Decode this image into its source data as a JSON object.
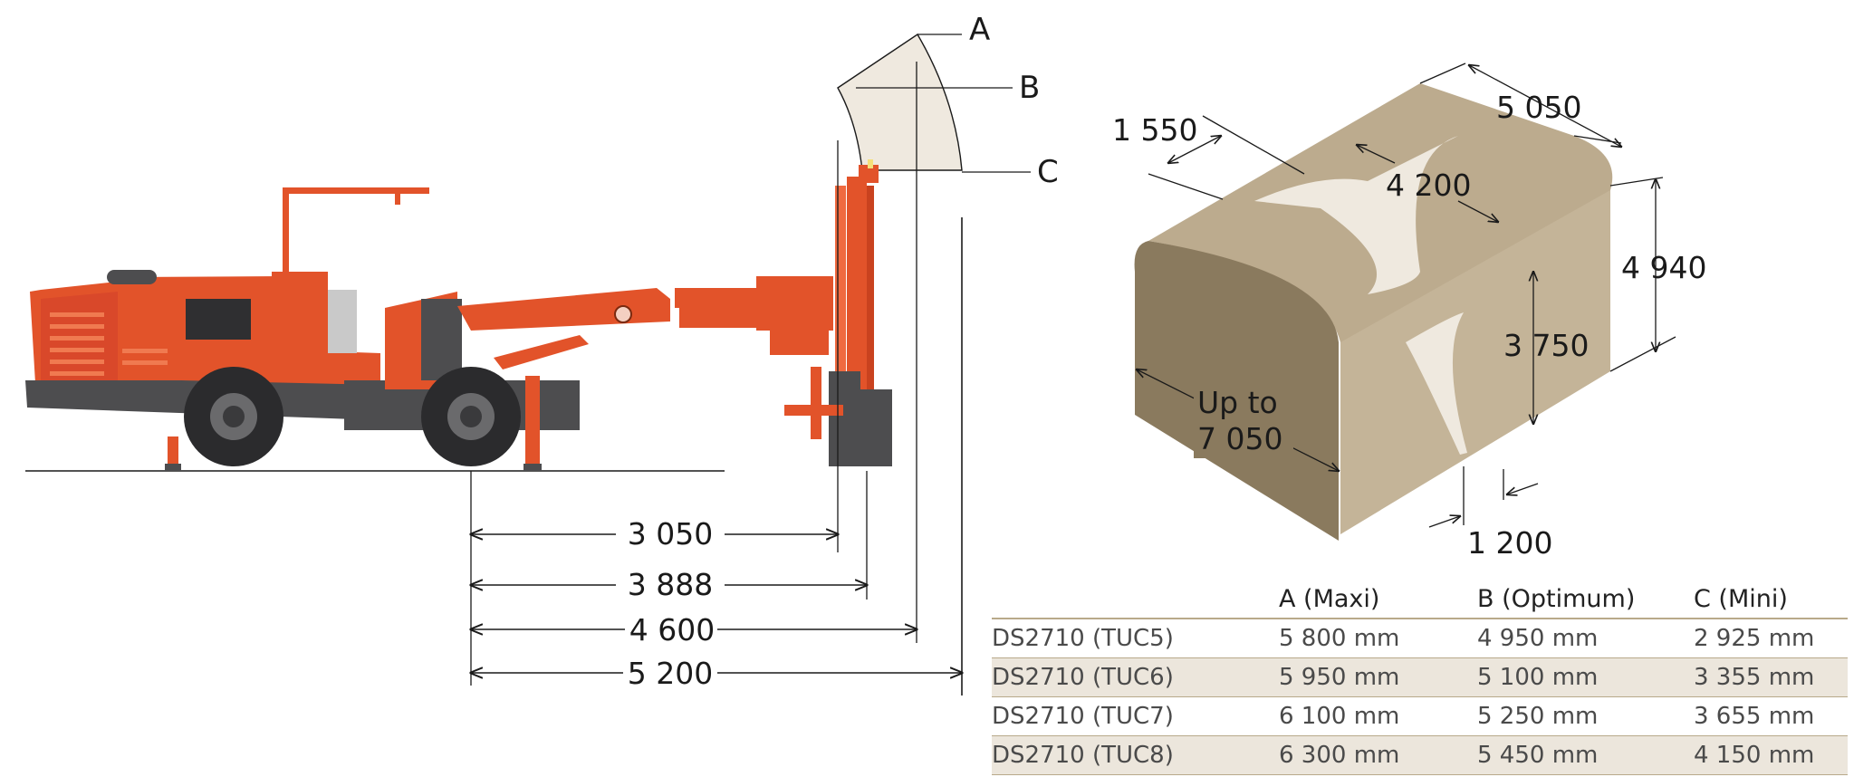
{
  "side_view": {
    "positions": {
      "a": "A",
      "b": "B",
      "c": "C"
    },
    "dimensions": {
      "d1": "3 050",
      "d2": "3 888",
      "d3": "4 600",
      "d4": "5 200"
    }
  },
  "coverage": {
    "width_top": "5 050",
    "shoulder": "1 550",
    "inner_width": "4 200",
    "height": "4 940",
    "inner_height": "3 750",
    "depth_line1": "Up to",
    "depth_line2": "7 050",
    "wall_offset": "1 200"
  },
  "table": {
    "headers": [
      "",
      "A (Maxi)",
      "B (Optimum)",
      "C (Mini)"
    ],
    "rows": [
      [
        "DS2710 (TUC5)",
        "5 800 mm",
        "4 950 mm",
        "2 925 mm"
      ],
      [
        "DS2710 (TUC6)",
        "5 950 mm",
        "5 100 mm",
        "3 355 mm"
      ],
      [
        "DS2710 (TUC7)",
        "6 100 mm",
        "5 250 mm",
        "3 655 mm"
      ],
      [
        "DS2710 (TUC8)",
        "6 300 mm",
        "5 450 mm",
        "4 150 mm"
      ]
    ]
  },
  "colors": {
    "machine_orange": "#e2532a",
    "machine_dark": "#4d4d4f",
    "tunnel_front": "#8a7a5e",
    "tunnel_side": "#c4b498",
    "tunnel_top": "#bcab8e",
    "coverage_fill": "#efe9df",
    "table_rule": "#b8a98a",
    "table_band": "#ece6dc"
  }
}
